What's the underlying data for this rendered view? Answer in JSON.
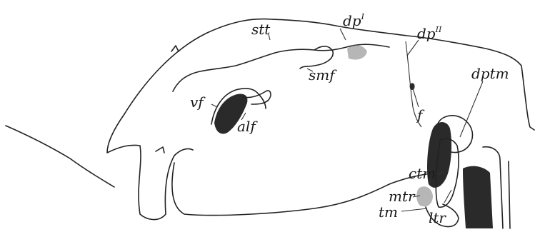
{
  "figure": {
    "labels": {
      "stt": "stt",
      "dp1": "dp",
      "dp1_sup": "I",
      "dp2": "dp",
      "dp2_sup": "II",
      "smf": "smf",
      "dptm": "dptm",
      "vf": "vf",
      "alf": "alf",
      "f": "f",
      "ctm": "ctm",
      "mtr": "mtr",
      "tm": "tm",
      "ltr": "ltr"
    },
    "colors": {
      "ink": "#222222",
      "background": "#ffffff"
    }
  }
}
